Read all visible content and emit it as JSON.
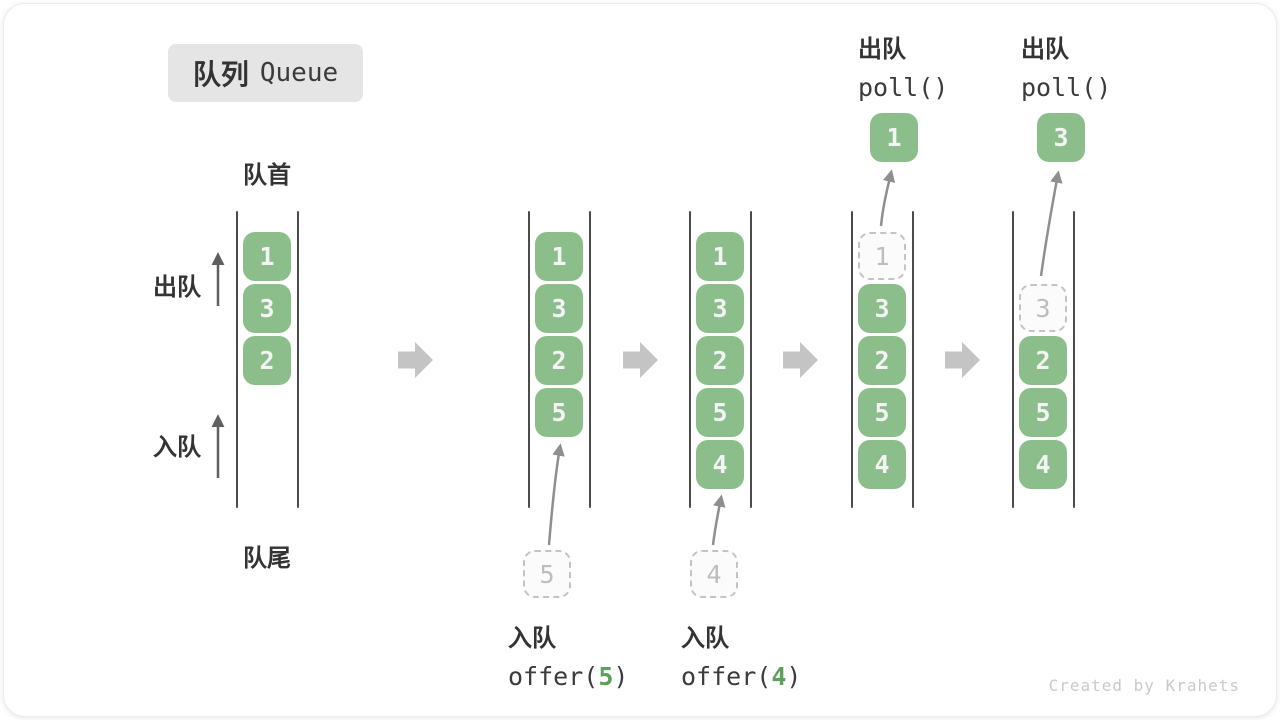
{
  "title": {
    "zh": "队列",
    "en": "Queue"
  },
  "side_labels": {
    "front": "队首",
    "rear": "队尾",
    "dequeue": "出队",
    "enqueue": "入队"
  },
  "queues": [
    {
      "cells": [
        "1",
        "3",
        "2"
      ]
    },
    {
      "cells": [
        "1",
        "3",
        "2",
        "5"
      ],
      "incoming": "5"
    },
    {
      "cells": [
        "1",
        "3",
        "2",
        "5",
        "4"
      ],
      "incoming": "4"
    },
    {
      "ghost": "1",
      "cells": [
        "3",
        "2",
        "5",
        "4"
      ],
      "popped": "1"
    },
    {
      "ghost": "3",
      "cells": [
        "2",
        "5",
        "4"
      ],
      "popped": "3"
    }
  ],
  "operations": {
    "enqueue_5": {
      "label": "入队",
      "code_pre": "offer(",
      "arg": "5",
      "code_post": ")"
    },
    "enqueue_4": {
      "label": "入队",
      "code_pre": "offer(",
      "arg": "4",
      "code_post": ")"
    },
    "dequeue_1": {
      "label": "出队",
      "code": "poll()"
    },
    "dequeue_2": {
      "label": "出队",
      "code": "poll()"
    }
  },
  "watermark": "Created by Krahets",
  "colors": {
    "cell_green": "#8CBE8C",
    "accent_green": "#5CA05C",
    "flow_arrow_gray": "#c4c4c4",
    "line_gray": "#4b4b4b"
  }
}
